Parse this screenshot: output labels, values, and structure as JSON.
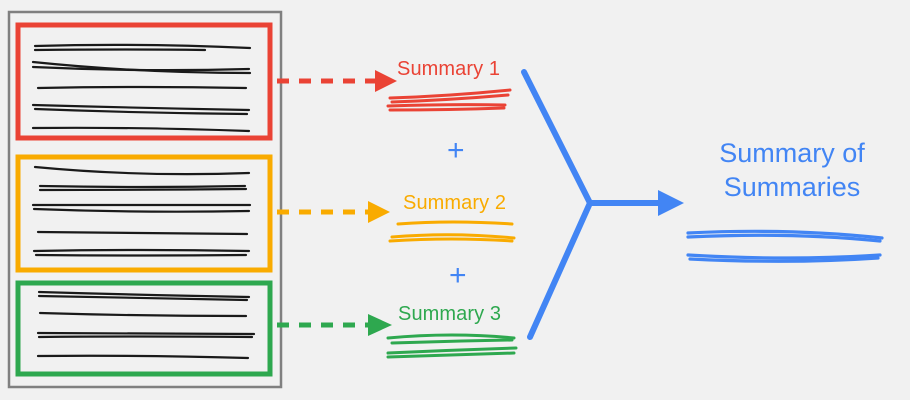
{
  "diagram": {
    "title_text": "Summary of Summaries",
    "background_color": "#f1f1f1",
    "source_panel": {
      "name": "document-collection",
      "border_color": "#808080",
      "chunks": [
        {
          "id": "chunk-1",
          "color": "#ea4335",
          "line_count": 5,
          "label": "Document chunk 1"
        },
        {
          "id": "chunk-2",
          "color": "#f9ab00",
          "line_count": 5,
          "label": "Document chunk 2"
        },
        {
          "id": "chunk-3",
          "color": "#2ea84f",
          "line_count": 4,
          "label": "Document chunk 3"
        }
      ]
    },
    "summaries": [
      {
        "label": "Summary 1",
        "color": "#ea4335",
        "arrow_style": "dashed"
      },
      {
        "label": "Summary 2",
        "color": "#f9ab00",
        "arrow_style": "dashed"
      },
      {
        "label": "Summary 3",
        "color": "#2ea84f",
        "arrow_style": "dashed"
      }
    ],
    "operators": [
      {
        "glyph": "+",
        "color": "#4285f4"
      },
      {
        "glyph": "+",
        "color": "#4285f4"
      }
    ],
    "merge": {
      "color": "#4285f4",
      "arrow_style": "solid"
    },
    "final": {
      "line_1": "Summary of",
      "line_2": "Summaries",
      "color": "#4285f4",
      "scribble_line_count": 2
    }
  },
  "chart_data": {
    "type": "diagram",
    "title": "Summary of Summaries",
    "nodes": [
      "Document chunk 1",
      "Document chunk 2",
      "Document chunk 3",
      "Summary 1",
      "Summary 2",
      "Summary 3",
      "Summary of Summaries"
    ],
    "edges": [
      [
        "Document chunk 1",
        "Summary 1"
      ],
      [
        "Document chunk 2",
        "Summary 2"
      ],
      [
        "Document chunk 3",
        "Summary 3"
      ],
      [
        "Summary 1",
        "Summary of Summaries"
      ],
      [
        "Summary 2",
        "Summary of Summaries"
      ],
      [
        "Summary 3",
        "Summary of Summaries"
      ]
    ]
  }
}
